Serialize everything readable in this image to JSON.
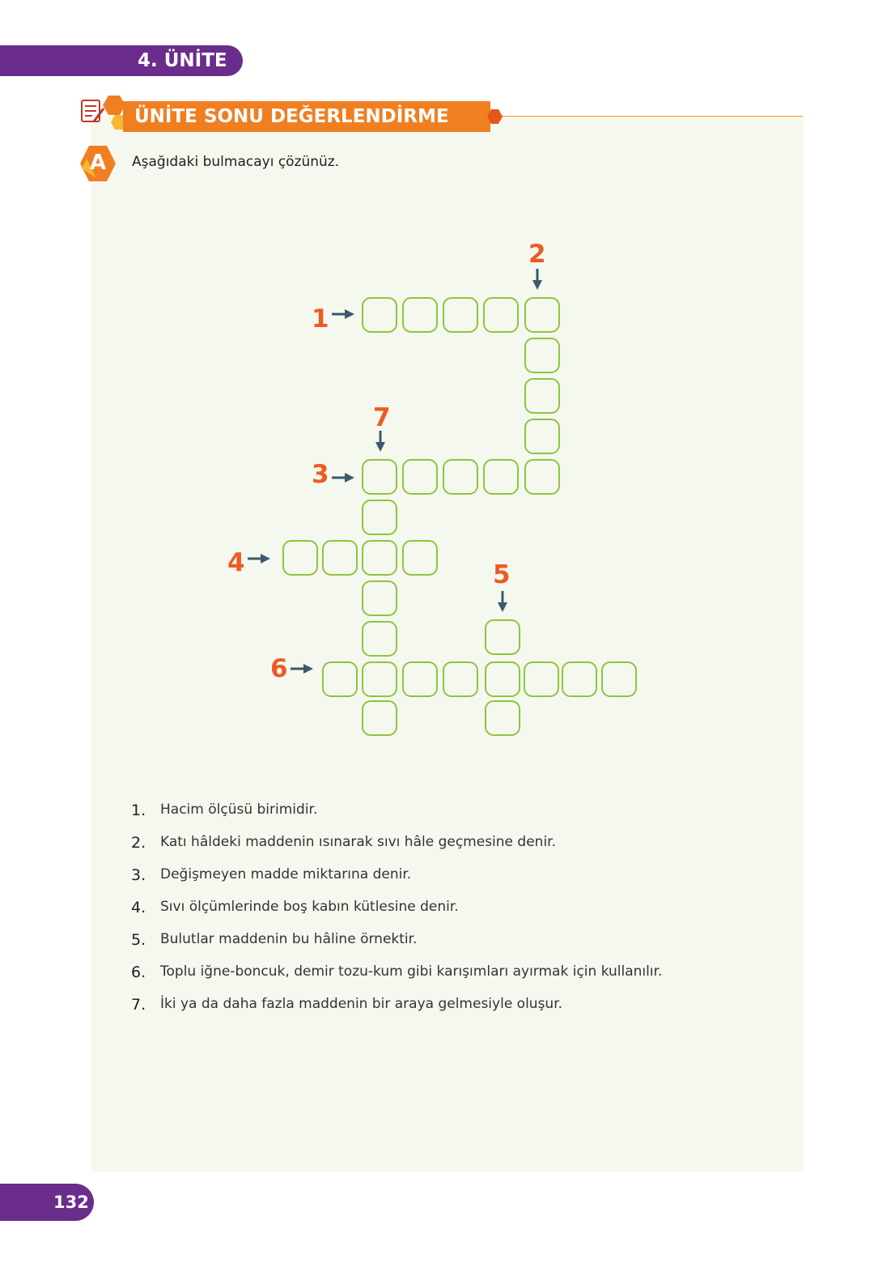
{
  "unit_label": "4. ÜNİTE",
  "section_title": "ÜNİTE SONU DEĞERLENDİRME",
  "section_letter": "A",
  "instruction": "Aşağıdaki bulmacayı çözünüz.",
  "crossword_numbers": [
    "1",
    "2",
    "3",
    "4",
    "5",
    "6",
    "7"
  ],
  "clues": [
    {
      "number": "1.",
      "text": "Hacim ölçüsü birimidir."
    },
    {
      "number": "2.",
      "text": "Katı hâldeki maddenin ısınarak sıvı hâle geçmesine denir."
    },
    {
      "number": "3.",
      "text": "Değişmeyen madde miktarına denir."
    },
    {
      "number": "4.",
      "text": "Sıvı ölçümlerinde boş kabın kütlesine denir."
    },
    {
      "number": "5.",
      "text": "Bulutlar maddenin bu hâline örnektir."
    },
    {
      "number": "6.",
      "text": "Toplu iğne-boncuk, demir tozu-kum gibi karışımları ayırmak için kullanılır."
    },
    {
      "number": "7.",
      "text": "İki ya da daha fazla maddenin bir araya gelmesiyle oluşur."
    }
  ],
  "page_number": "132",
  "colors": {
    "purple": "#6b2d8c",
    "orange": "#f07f22",
    "green": "#8cc63f",
    "number_red": "#ee5a24",
    "arrow": "#3c5a6e"
  }
}
